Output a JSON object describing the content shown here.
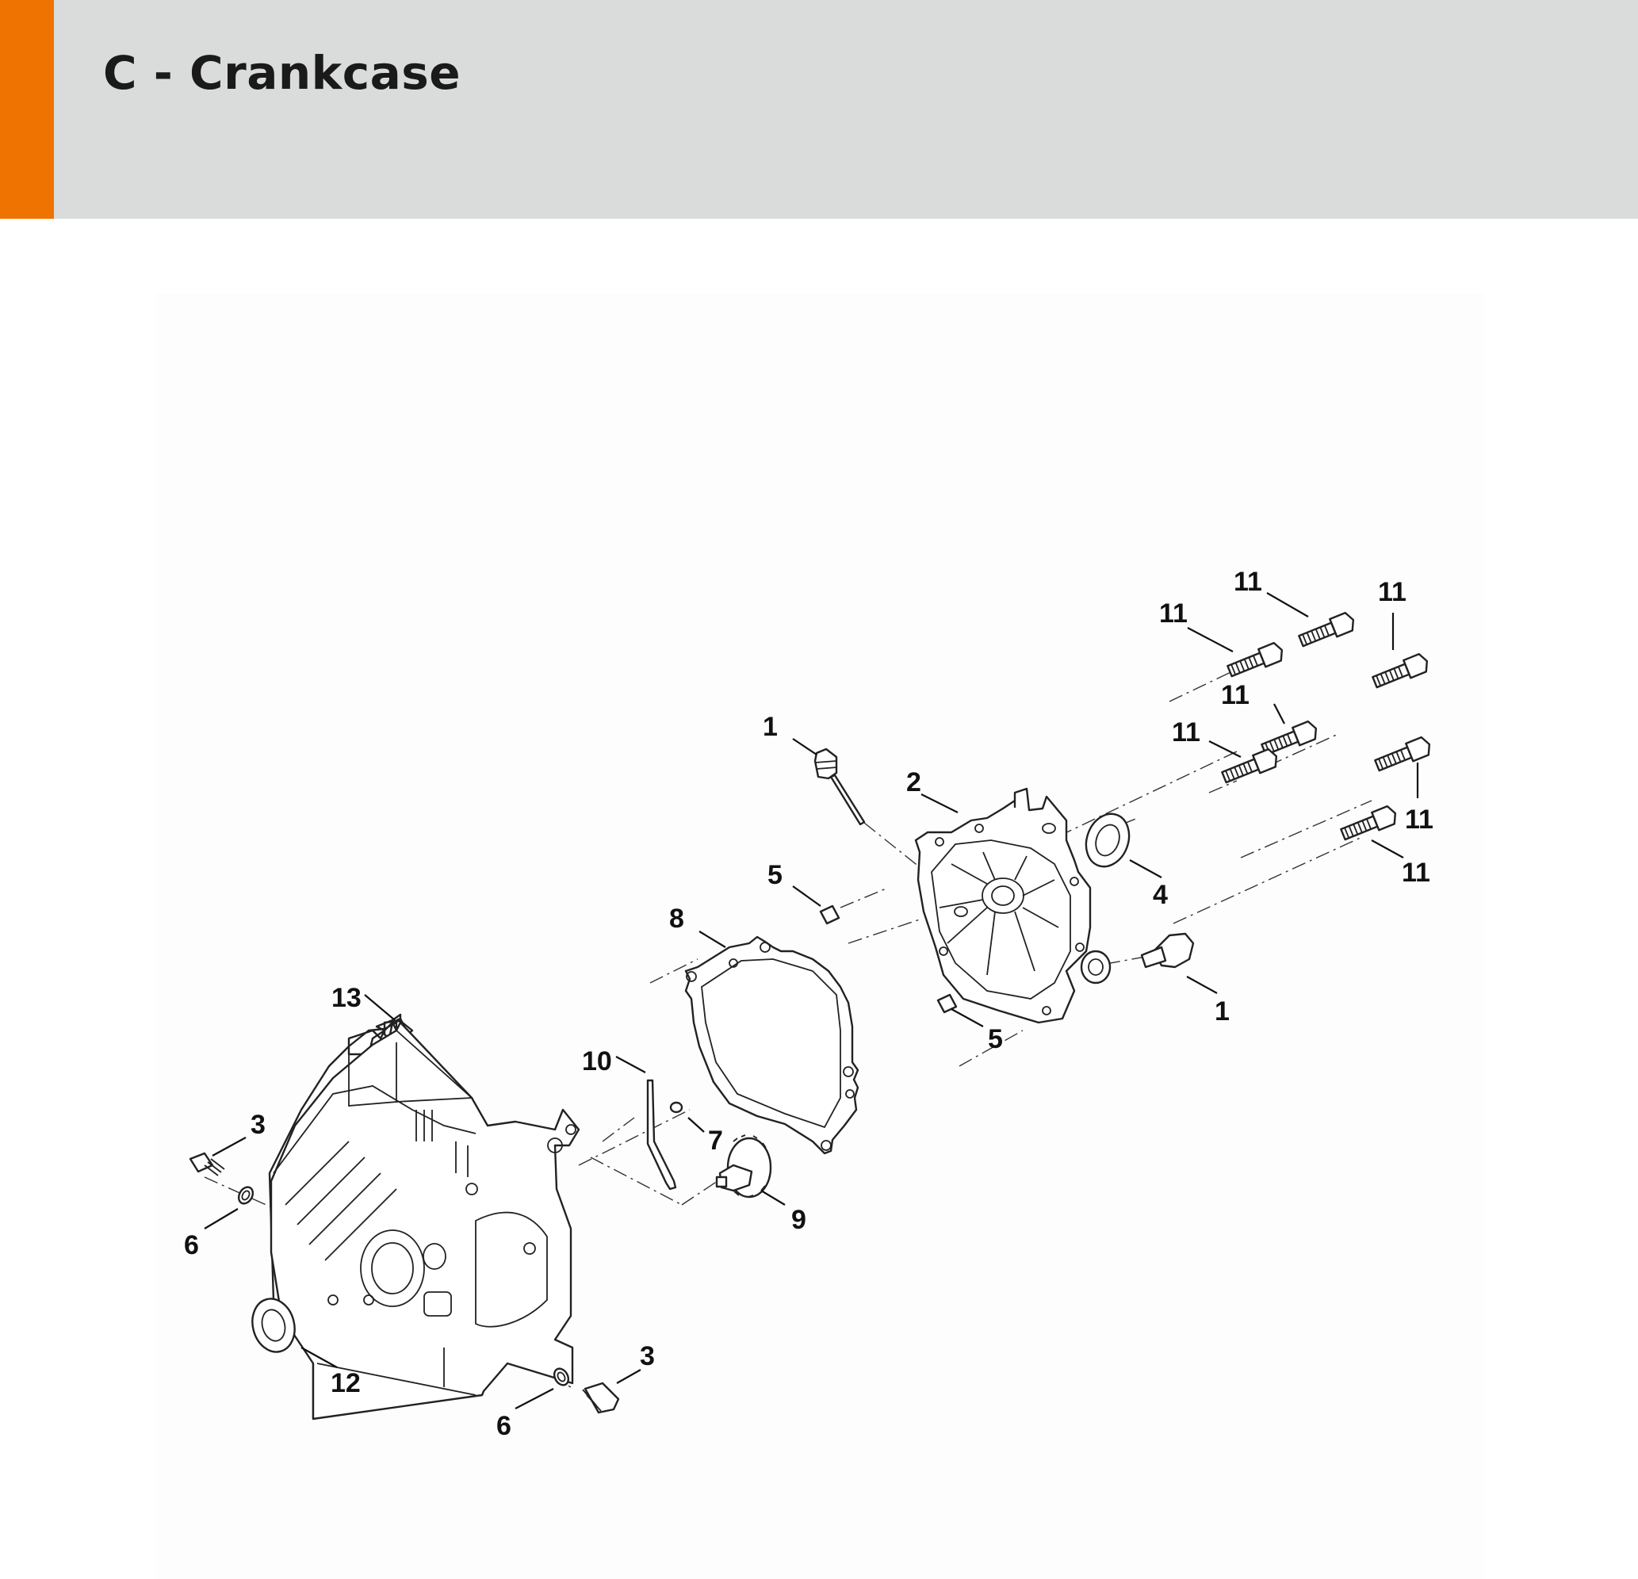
{
  "header": {
    "title": "C - Crankcase",
    "accent_color": "#ef7300",
    "background_color": "#dadbdb"
  },
  "diagram": {
    "callouts": {
      "c1a": "1",
      "c1b": "1",
      "c2": "2",
      "c3a": "3",
      "c3b": "3",
      "c4": "4",
      "c5a": "5",
      "c5b": "5",
      "c6a": "6",
      "c6b": "6",
      "c7": "7",
      "c8": "8",
      "c9": "9",
      "c10": "10",
      "c11a": "11",
      "c11b": "11",
      "c11c": "11",
      "c11d": "11",
      "c11e": "11",
      "c11f": "11",
      "c11g": "11",
      "c12": "12",
      "c13": "13"
    }
  }
}
